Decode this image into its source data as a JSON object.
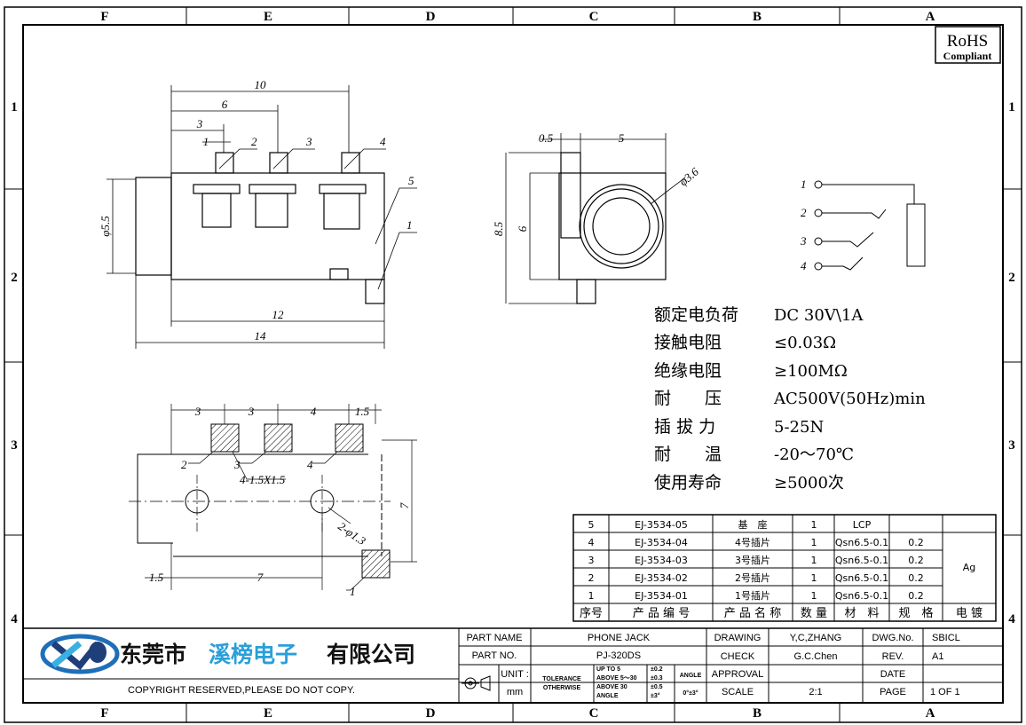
{
  "zones": {
    "columns": [
      "F",
      "E",
      "D",
      "C",
      "B",
      "A"
    ],
    "rows": [
      "1",
      "2",
      "3",
      "4"
    ]
  },
  "badge": {
    "line1": "RoHS",
    "line2": "Compliant"
  },
  "side_view": {
    "dims": [
      "10",
      "6",
      "3",
      "1",
      "14",
      "12",
      "φ5.5"
    ],
    "callouts": [
      "2",
      "3",
      "4",
      "5",
      "1"
    ]
  },
  "front_view": {
    "dims": [
      "0.5",
      "5",
      "8.5",
      "6",
      "φ3.6"
    ]
  },
  "schematic": {
    "pins": [
      "1",
      "2",
      "3",
      "4"
    ]
  },
  "footprint": {
    "dims": [
      "3",
      "3",
      "4",
      "1.5",
      "7",
      "1.5",
      "7"
    ],
    "callouts": [
      "2",
      "3",
      "4",
      "1"
    ],
    "notes": [
      "4-1.5X1.5",
      "2-φ1.3"
    ]
  },
  "specs": [
    {
      "label": "额定电负荷",
      "value": "DC 30V\\1A"
    },
    {
      "label": "接触电阻",
      "value": "≤0.03Ω"
    },
    {
      "label": "绝缘电阻",
      "value": "≥100MΩ"
    },
    {
      "label": "耐　　压",
      "value": "AC500V(50Hz)min"
    },
    {
      "label": "插 拔 力",
      "value": "5-25N"
    },
    {
      "label": "耐　　温",
      "value": "-20～70℃"
    },
    {
      "label": "使用寿命",
      "value": "≥5000次"
    }
  ],
  "bom": {
    "rows": [
      [
        "5",
        "EJ-3534-05",
        "基　座",
        "1",
        "LCP",
        "",
        ""
      ],
      [
        "4",
        "EJ-3534-04",
        "4号插片",
        "1",
        "Qsn6.5-0.1",
        "0.2",
        ""
      ],
      [
        "3",
        "EJ-3534-03",
        "3号插片",
        "1",
        "Qsn6.5-0.1",
        "0.2",
        "Ag"
      ],
      [
        "2",
        "EJ-3534-02",
        "2号插片",
        "1",
        "Qsn6.5-0.1",
        "0.2",
        ""
      ],
      [
        "1",
        "EJ-3534-01",
        "1号插片",
        "1",
        "Qsn6.5-0.1",
        "0.2",
        ""
      ]
    ],
    "header": [
      "序号",
      "产 品 编 号",
      "产 品 名 称",
      "数 量",
      "材　料",
      "规　格",
      "电 镀"
    ]
  },
  "title_block": {
    "company_black": "东莞市",
    "company_blue": "溪榜电子",
    "company_black2": "有限公司",
    "copyright": "COPYRIGHT RESERVED,PLEASE DO NOT COPY.",
    "part_name_label": "PART NAME",
    "part_name": "PHONE JACK",
    "part_no_label": "PART NO.",
    "part_no": "PJ-320DS",
    "unit_label": "UNIT :",
    "unit": "mm",
    "tolerance": "TOLERANCE",
    "otherwise": "OTHERWISE",
    "tol_rows": [
      [
        "UP TO 5",
        "±0.2"
      ],
      [
        "ABOVE 5～30",
        "±0.3"
      ],
      [
        "ABOVE 30",
        "±0.5"
      ],
      [
        "ANGLE",
        "±3°"
      ]
    ],
    "angle_label": "ANGLE",
    "angle_val": "0°±3°",
    "drawing_label": "DRAWING",
    "drawing": "Y,C,ZHANG",
    "check_label": "CHECK",
    "check": "G.C.Chen",
    "approval_label": "APPROVAL",
    "scale_label": "SCALE",
    "scale": "2:1",
    "dwg_label": "DWG.No.",
    "dwg": "SBICL",
    "rev_label": "REV.",
    "rev": "A1",
    "date_label": "DATE",
    "page_label": "PAGE",
    "page": "1 OF 1"
  }
}
